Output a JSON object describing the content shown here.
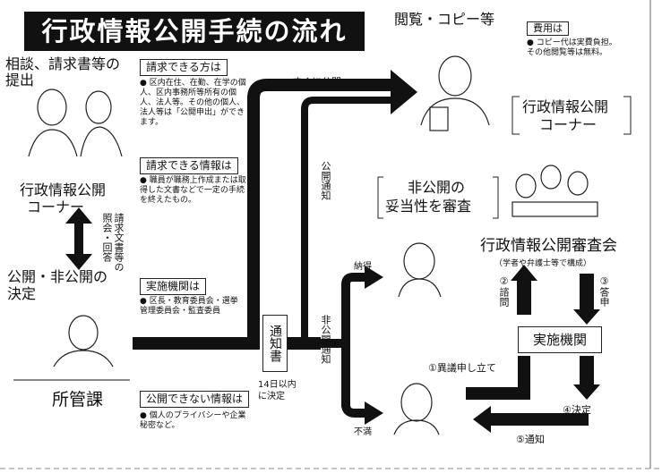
{
  "title": "行政情報公開手続の流れ",
  "left_steps": {
    "request": [
      "相談、請求書等の",
      "提出"
    ],
    "corner": [
      "行政情報公開",
      "コーナー"
    ],
    "decision": [
      "公開・非公開の",
      "決定"
    ],
    "dept": "所管課",
    "referral_note": "請求文書等の照会・回答"
  },
  "info_boxes": {
    "who_label": "請求できる方は",
    "who_text": "● 区内在住、在勤、在学の個人、区内事務所等所有の個人、法人等。その他の個人、法人等は「公開申出」ができます。",
    "what_label": "請求できる情報は",
    "what_text": "● 職員が職務上作成または取得した文書などで一定の手続を終えたもの。",
    "org_label": "実施機関は",
    "org_text": "● 区長・教育委員会・選挙管理委員会・監査委員",
    "closed_label": "公開できない情報は",
    "closed_text": "● 個人のプライバシーや企業秘密など。"
  },
  "flow": {
    "immediate": "すぐに公開",
    "open_notice": "公開通知",
    "closed_notice": "非公開通知",
    "notice_doc": "通知書",
    "deadline": [
      "14日以内",
      "に決定"
    ],
    "accept": "納得",
    "reject": "不満"
  },
  "viewing": {
    "label": "閲覧・コピー等",
    "fee_label": "費用は",
    "fee_text": "● コピー代は実費負担。その他閲覧等は無料。",
    "corner": [
      "行政情報公開",
      "コーナー"
    ]
  },
  "review": {
    "question": [
      "非公開の",
      "妥当性を審査"
    ],
    "council": "行政情報公開審査会",
    "council_sub": "（学者や弁護士等で構成）",
    "consult": "②諮問",
    "report": "③答申",
    "agency": "実施機関",
    "objection": "①異議申し立て",
    "decide": "④決定",
    "notify": "⑤通知"
  }
}
